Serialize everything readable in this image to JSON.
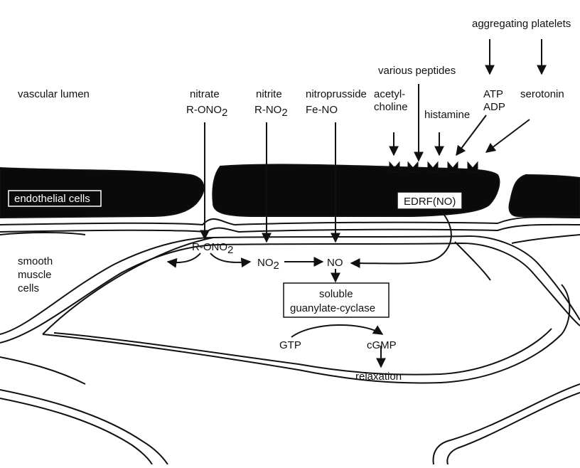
{
  "labels": {
    "vascular_lumen": "vascular lumen",
    "endothelial_cells": "endothelial cells",
    "smooth_muscle_1": "smooth",
    "smooth_muscle_2": "muscle",
    "smooth_muscle_3": "cells",
    "aggregating_platelets": "aggregating platelets",
    "various_peptides": "various peptides",
    "atp": "ATP",
    "adp": "ADP",
    "serotonin": "serotonin",
    "histamine": "histamine",
    "acetyl_1": "acetyl-",
    "acetyl_2": "choline",
    "nitrate_1": "nitrate",
    "nitrate_2_main": "R-ONO",
    "nitrate_2_sub": "2",
    "nitrite_1": "nitrite",
    "nitrite_2_main": "R-NO",
    "nitrite_2_sub": "2",
    "nitroprusside_1": "nitroprusside",
    "nitroprusside_2": "Fe-NO",
    "edrf": "EDRF(NO)",
    "rono2_main": "R-ONO",
    "rono2_sub": "2",
    "no2_main": "NO",
    "no2_sub": "2",
    "no": "NO",
    "guanylate_1": "soluble",
    "guanylate_2": "guanylate-cyclase",
    "gtp": "GTP",
    "cgmp": "cGMP",
    "relaxation": "relaxation"
  },
  "colors": {
    "ink": "#111111",
    "endothelium_fill": "#0a0a0a",
    "background": "#ffffff"
  }
}
